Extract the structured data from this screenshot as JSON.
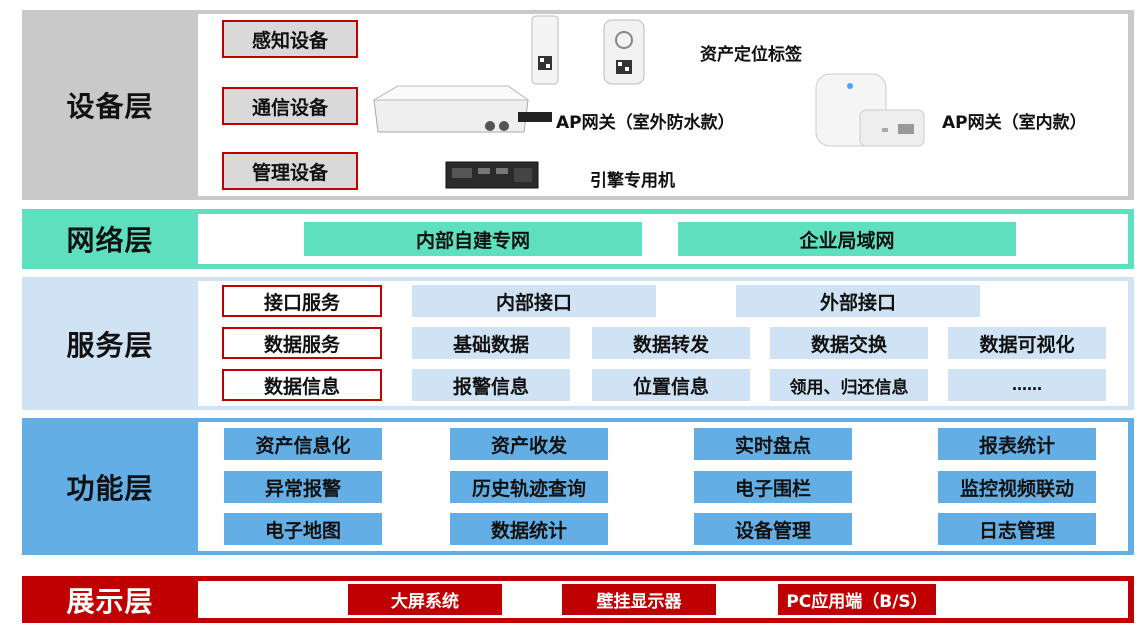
{
  "layers": {
    "device": {
      "title": "设备层",
      "categories": [
        "感知设备",
        "通信设备",
        "管理设备"
      ],
      "items": {
        "asset_tag": "资产定位标签",
        "ap_outdoor": "AP网关（室外防水款）",
        "ap_indoor": "AP网关（室内款）",
        "engine": "引擎专用机"
      }
    },
    "network": {
      "title": "网络层",
      "items": [
        "内部自建专网",
        "企业局域网"
      ]
    },
    "service": {
      "title": "服务层",
      "rows": [
        {
          "category": "接口服务",
          "items": [
            "内部接口",
            "外部接口"
          ]
        },
        {
          "category": "数据服务",
          "items": [
            "基础数据",
            "数据转发",
            "数据交换",
            "数据可视化"
          ]
        },
        {
          "category": "数据信息",
          "items": [
            "报警信息",
            "位置信息",
            "领用、归还信息",
            "……"
          ]
        }
      ]
    },
    "function": {
      "title": "功能层",
      "rows": [
        [
          "资产信息化",
          "资产收发",
          "实时盘点",
          "报表统计"
        ],
        [
          "异常报警",
          "历史轨迹查询",
          "电子围栏",
          "监控视频联动"
        ],
        [
          "电子地图",
          "数据统计",
          "设备管理",
          "日志管理"
        ]
      ]
    },
    "display": {
      "title": "展示层",
      "items": [
        "大屏系统",
        "壁挂显示器",
        "PC应用端（B/S）"
      ]
    }
  },
  "colors": {
    "device_bg": "#c9c9c9",
    "network_bg": "#5ee0bf",
    "service_bg": "#cfe3f5",
    "function_bg": "#63aee4",
    "display_bg": "#c00000",
    "accent_red": "#c00000"
  }
}
